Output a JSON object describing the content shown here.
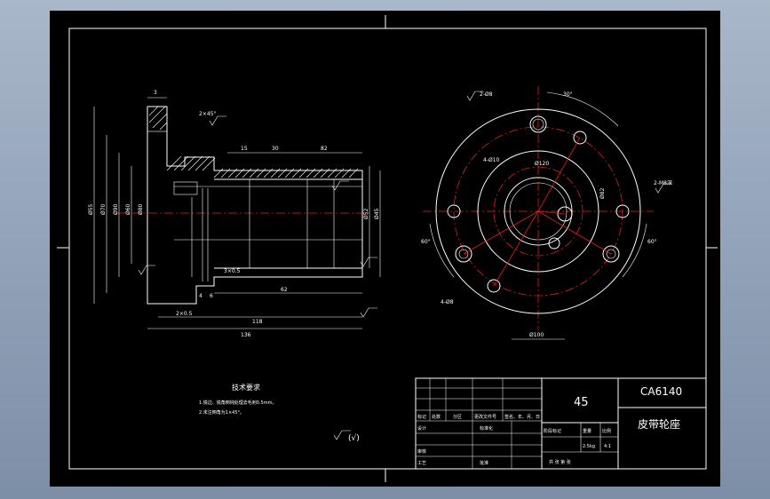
{
  "drawing": {
    "material": "45",
    "code": "CA6140",
    "part_name": "皮带轮座",
    "mass": "2.5kg",
    "scale": "4:1",
    "roughness_note": "(√)",
    "tech_req": {
      "title": "技术要求",
      "line1": "1.锐边、锐角倒钝处理去毛刺0.5mm。",
      "line2": "2.未注倒角为1×45°。"
    },
    "title_block": {
      "mark": "标记",
      "count": "处数",
      "zone": "分区",
      "change_doc": "更改文件号",
      "sign_date": "签名、年、月、日",
      "design": "设计",
      "standard": "标准化",
      "review": "审核",
      "process": "工艺",
      "approve": "批准",
      "stage_mark": "阶段标记",
      "weight": "重量",
      "ratio": "比例",
      "sheet_info": "共  张  第  张"
    },
    "dims_left": {
      "d1": "3",
      "d2": "15",
      "d3": "30",
      "d4": "82",
      "d5": "4",
      "d6": "6",
      "d7": "2×0.5",
      "d8": "62",
      "d9": "118",
      "d10": "136",
      "d11": "3×0.5",
      "c1": "2×45°",
      "c2": "Ø55",
      "c3": "Ø70",
      "c4": "Ø90",
      "c5": "Ø60",
      "c6": "Ø80",
      "c7": "Ø52",
      "c8": "Ø45"
    },
    "dims_right": {
      "a1": "30°",
      "a2": "60°",
      "a3": "60°",
      "b1": "2-Ø8",
      "b2": "4-Ø10",
      "b3": "2-M8深",
      "b4": "Ø100",
      "b5": "Ø120",
      "b6": "Ø82",
      "b7": "4-Ø8"
    }
  }
}
